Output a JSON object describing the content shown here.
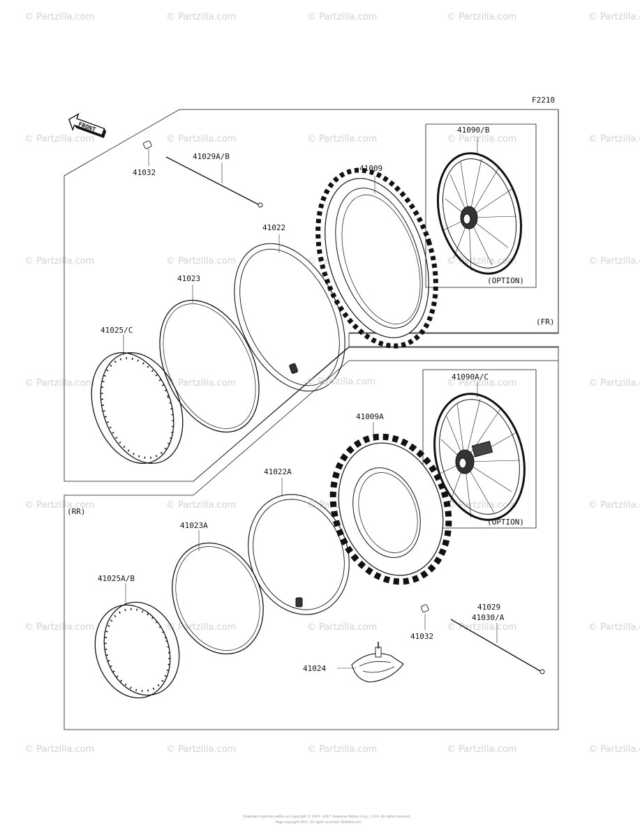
{
  "figure_code": "F2210",
  "front_label": "FRONT",
  "section_front": "(FR)",
  "section_rear": "(RR)",
  "option_label": "(OPTION)",
  "watermark": "© Partzilla.com",
  "center_watermark": "© Partzilla.com",
  "copyright_line1": "Kawasaki materials within are copyright © 1995 - 2017. Kawasaki Motors Corp., U.S.A. All rights reserved.",
  "copyright_line2": "Page copyright 2017. All rights reserved. Partzilla.com",
  "front_parts": {
    "valve_cap": "41032",
    "spoke": "41029A/B",
    "tire": "41009",
    "wheel_assy": "41090/B",
    "tube": "41022",
    "rim_band": "41023",
    "rim": "41025/C"
  },
  "rear_parts": {
    "wheel_assy": "41090A/C",
    "tire": "41009A",
    "tube": "41022A",
    "rim_band": "41023A",
    "rim": "41025A/B",
    "spoke_1": "41029",
    "spoke_2": "41030/A",
    "valve_cap": "41032",
    "bead_lock": "41024"
  }
}
